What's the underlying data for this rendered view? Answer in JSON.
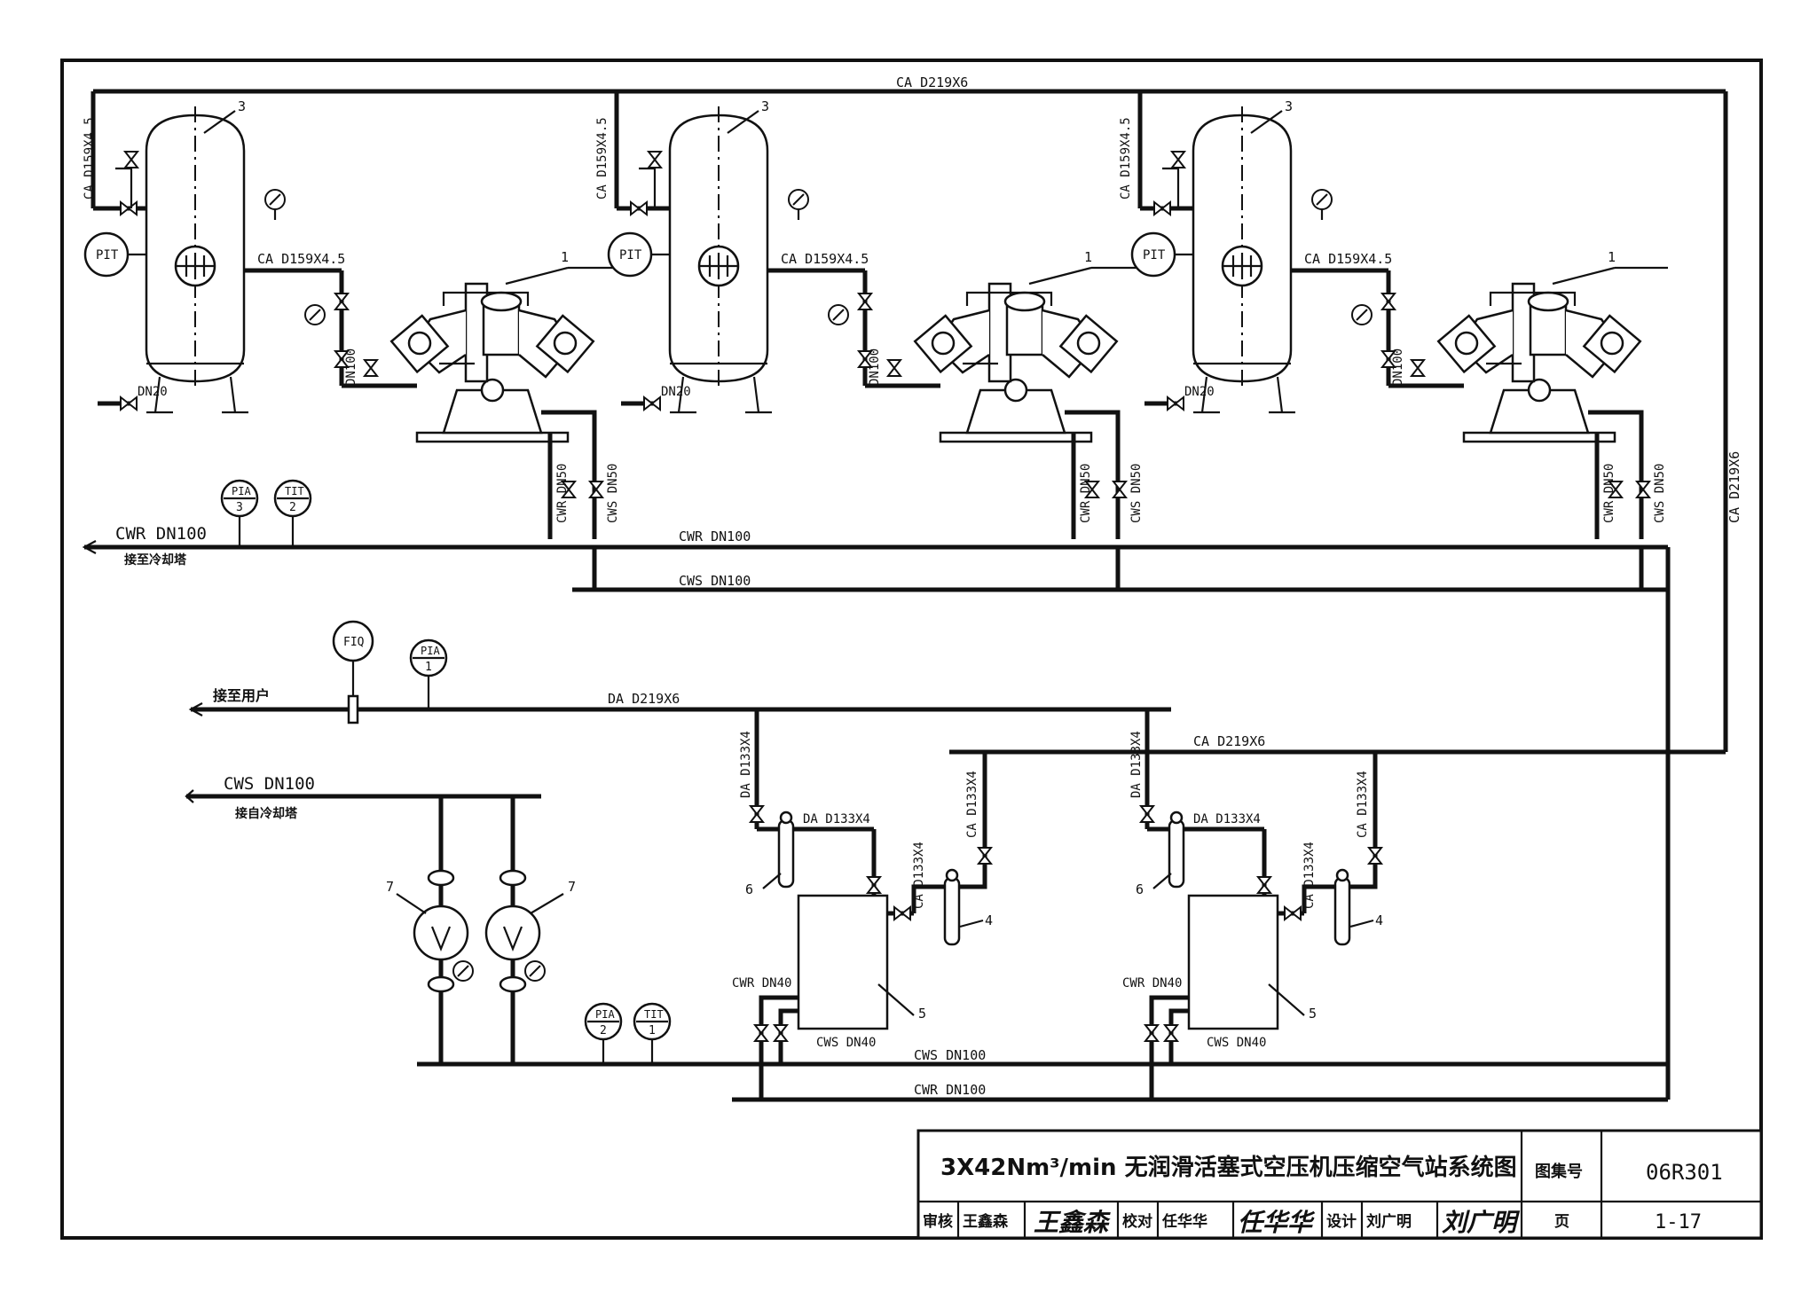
{
  "title_block": {
    "title": "3X42Nm³/min 无润滑活塞式空压机压缩空气站系统图",
    "atlas_label": "图集号",
    "atlas_no": "06R301",
    "page_label": "页",
    "page_no": "1-17",
    "review_label": "审核",
    "reviewer": "王鑫森",
    "check_label": "校对",
    "checker": "任华华",
    "design_label": "设计",
    "designer": "刘广明"
  },
  "pipe_labels": {
    "ca_main": "CA D219X6",
    "ca_riser": "CA D159X4.5",
    "ca_outlet": "CA D159X4.5",
    "dn100": "DN100",
    "dn20": "DN20",
    "cwr_dn50": "CWR DN50",
    "cws_dn50": "CWS DN50",
    "cwr_dn100_left": "CWR DN100",
    "to_cooling_tower": "接至冷却塔",
    "cwr_dn100_mid": "CWR DN100",
    "cws_dn100_mid": "CWS DN100",
    "to_user": "接至用户",
    "da_main": "DA D219X6",
    "ca_main_lower": "CA D219X6",
    "cws_dn100_left": "CWS DN100",
    "from_cooling_tower": "接自冷却塔",
    "da_d133": "DA D133X4",
    "ca_d133": "CA D133X4",
    "cwr_dn40": "CWR DN40",
    "cws_dn40": "CWS DN40",
    "cws_dn100_bottom": "CWS DN100",
    "cwr_dn100_bottom": "CWR DN100",
    "ca_d219_right": "CA D219X6"
  },
  "instruments": {
    "pit": "PIT",
    "pia": "PIA",
    "tit": "TIT",
    "fiq": "FIQ",
    "pia3_no": "3",
    "tit2_no": "2",
    "pia1_no": "1",
    "pia2_no": "2",
    "tit1_no": "1"
  },
  "tags": {
    "compressor": "1",
    "receiver": "3",
    "filter": "4",
    "dryer": "5",
    "afterfilter": "6",
    "pump": "7"
  }
}
